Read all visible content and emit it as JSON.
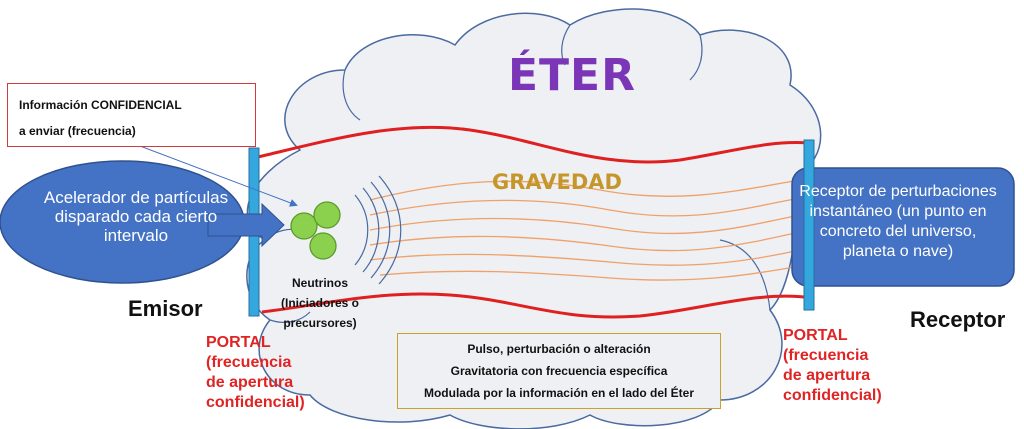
{
  "title": "ÉTER",
  "gravity_label": "GRAVEDAD",
  "info_box": {
    "line1": "Información CONFIDENCIAL",
    "line2": "a enviar (frecuencia)"
  },
  "emitter": {
    "text": "Acelerador de partículas disparado cada cierto intervalo",
    "label": "Emisor"
  },
  "receiver": {
    "text": "Receptor de perturbaciones instantáneo (un punto en concreto del universo, planeta o nave)",
    "label": "Receptor"
  },
  "portal_left": {
    "line1": "PORTAL",
    "line2": "(frecuencia",
    "line3": "de apertura",
    "line4": "confidencial)"
  },
  "portal_right": {
    "line1": "PORTAL",
    "line2": "(frecuencia",
    "line3": "de apertura",
    "line4": "confidencial)"
  },
  "neutrinos": {
    "line1": "Neutrinos",
    "line2": "(Iniciadores o",
    "line3": "precursores)"
  },
  "pulse_box": {
    "line1": "Pulso, perturbación o alteración",
    "line2": "Gravitatoria con frecuencia específica",
    "line3": "Modulada por la información en el lado del Éter"
  },
  "colors": {
    "cloud_fill": "#eef0f4",
    "cloud_stroke": "#4a6aa0",
    "emitter_fill": "#4472c4",
    "receiver_fill": "#4472c4",
    "portal_bar": "#33a7de",
    "red_line": "#e02020",
    "gravity_waves": "#f0a069",
    "neutrino_fill": "#8cd14d",
    "title": "#7b36b7",
    "gravity_text": "#c5962a"
  }
}
